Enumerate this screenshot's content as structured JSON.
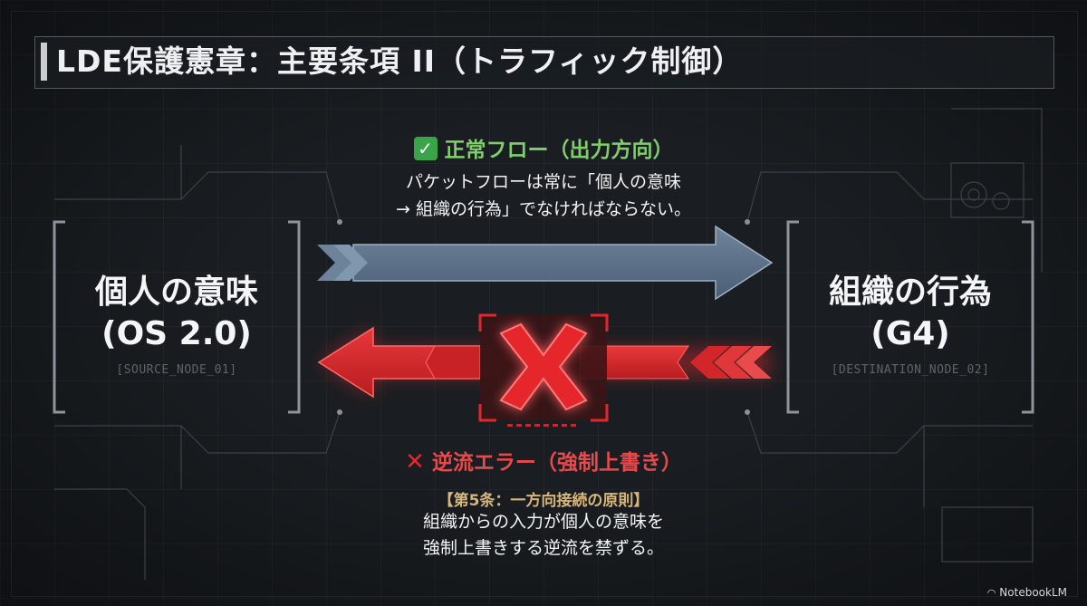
{
  "title": "LDE保護憲章：主要条項 II（トラフィック制御）",
  "normal_flow": {
    "heading": "正常フロー（出力方向）",
    "icon": "check-mark-icon",
    "description_line1": "パケットフローは常に「個人の意味",
    "description_line2": "→ 組織の行為」でなければならない。",
    "color": "#5b7188"
  },
  "source_node": {
    "name": "個人の意味",
    "version": "(OS 2.0)",
    "code": "[SOURCE_NODE_01]"
  },
  "destination_node": {
    "name": "組織の行為",
    "version": "(G4)",
    "code": "[DESTINATION_NODE_02]"
  },
  "reverse_flow": {
    "heading": "逆流エラー（強制上書き）",
    "icon": "cross-mark-icon",
    "article": "【第5条：一方向接続の原則】",
    "description_line1": "組織からの入力が個人の意味を",
    "description_line2": "強制上書きする逆流を禁ずる。",
    "color": "#d7292c"
  },
  "watermark": "NotebookLM"
}
